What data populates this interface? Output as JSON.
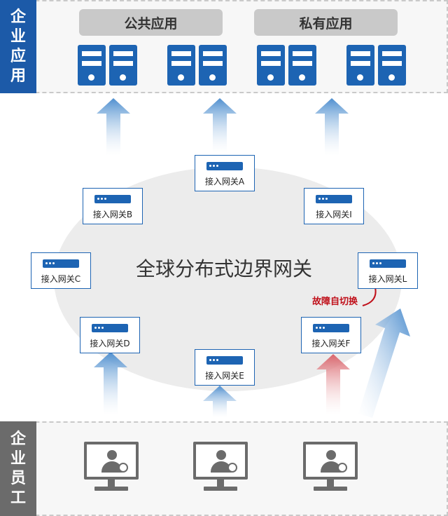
{
  "enterprise_apps_tag": "企业应用",
  "employees_tag": "企业员工",
  "public_apps_label": "公共应用",
  "private_apps_label": "私有应用",
  "cloud_title": "全球分布式边界网关",
  "failover_label": "故障自切换",
  "gateways": {
    "a": "接入网关A",
    "b": "接入网关B",
    "c": "接入网关C",
    "d": "接入网关D",
    "e": "接入网关E",
    "f": "接入网关F",
    "i": "接入网关I",
    "l": "接入网关L"
  },
  "icon_names": [
    "server-icon",
    "gateway-icon",
    "monitor-icon",
    "user-icon",
    "wifi-icon",
    "arrow-up-icon"
  ],
  "colors": {
    "brand_blue": "#1d64b3",
    "failover_red": "#c0101a",
    "employee_gray": "#6b6b6b"
  }
}
